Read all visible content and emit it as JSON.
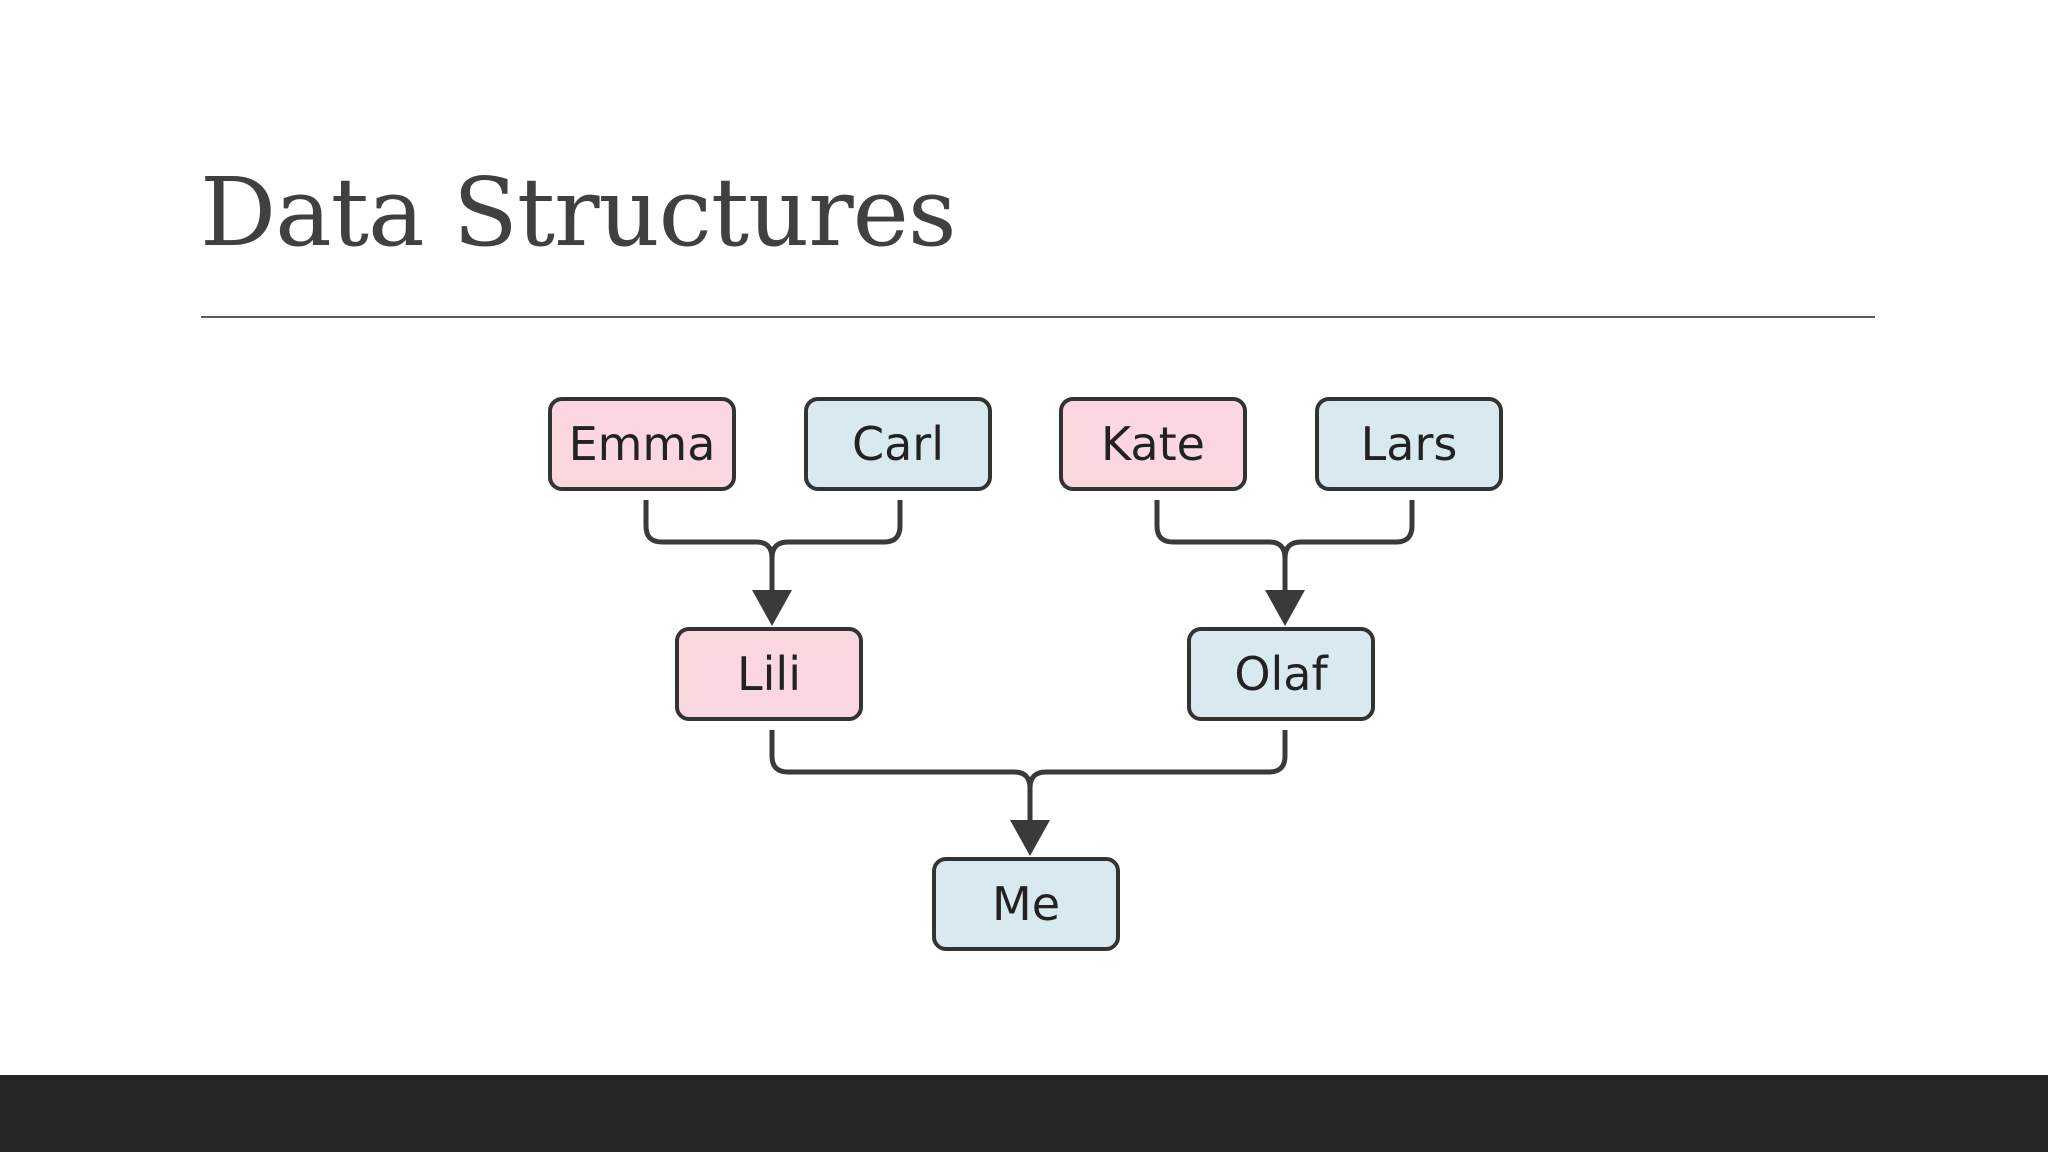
{
  "slide": {
    "title": "Data Structures"
  },
  "diagram": {
    "nodes": {
      "emma": "Emma",
      "carl": "Carl",
      "kate": "Kate",
      "lars": "Lars",
      "lili": "Lili",
      "olaf": "Olaf",
      "me": "Me"
    },
    "edges": [
      [
        "Emma",
        "Lili"
      ],
      [
        "Carl",
        "Lili"
      ],
      [
        "Kate",
        "Olaf"
      ],
      [
        "Lars",
        "Olaf"
      ],
      [
        "Lili",
        "Me"
      ],
      [
        "Olaf",
        "Me"
      ]
    ],
    "colors": {
      "female_fill": "#fbd8df",
      "male_fill": "#d9e9f0",
      "stroke": "#333333"
    }
  },
  "theme": {
    "title_color": "#404040",
    "footer_color": "#262626"
  }
}
